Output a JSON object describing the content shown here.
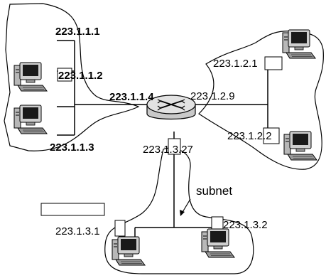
{
  "subnet_a": {
    "host1_ip": "223.1.1.1",
    "host2_ip": "223.1.1.2",
    "host3_ip": "223.1.1.3",
    "router_if_ip": "223.1.1.4"
  },
  "subnet_b": {
    "host1_ip": "223.1.2.1",
    "host2_ip": "223.1.2.2",
    "router_if_ip": "223.1.2.9"
  },
  "subnet_c": {
    "host1_ip": "223.1.3.1",
    "host2_ip": "223.1.3.2",
    "router_if_ip": "223.1.3.27"
  },
  "callout": {
    "label": "subnet"
  },
  "icons": {
    "host": "desktop-computer-icon",
    "router": "router-icon"
  }
}
